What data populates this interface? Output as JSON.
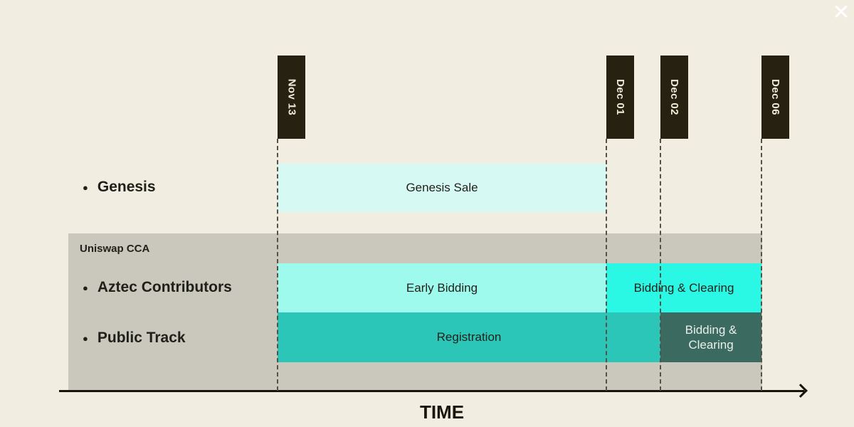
{
  "icons": {
    "close": "✕",
    "bullet": "●"
  },
  "colors": {
    "background": "#f1ede1",
    "date_tag": "#272112",
    "date_tag_text": "#f0ead9",
    "group_panel": "#cac7bd",
    "genesis_sale_bar": "#d7f9f4",
    "early_bidding_bar": "#9efaec",
    "bidding_clearing_bright_bar": "#2bf8e4",
    "registration_bar": "#2cc6b9",
    "bidding_clearing_dark_bar": "#3a6a60",
    "axis": "#17150c",
    "text_dark": "#20201a"
  },
  "timeline": {
    "dates": [
      {
        "label": "Nov 13"
      },
      {
        "label": "Dec 01"
      },
      {
        "label": "Dec 02"
      },
      {
        "label": "Dec 06"
      }
    ],
    "group_label": "Uniswap CCA",
    "axis_label": "TIME",
    "rows": {
      "genesis": {
        "label": "Genesis",
        "bars": [
          "Genesis Sale"
        ]
      },
      "aztec": {
        "label": "Aztec Contributors",
        "bars": [
          "Early Bidding",
          "Bidding & Clearing"
        ]
      },
      "public": {
        "label": "Public Track",
        "bars": [
          "Registration",
          "Bidding & Clearing"
        ]
      }
    }
  },
  "chart_data": {
    "type": "gantt",
    "title": "",
    "xlabel": "TIME",
    "x_ticks": [
      "Nov 13",
      "Dec 01",
      "Dec 02",
      "Dec 06"
    ],
    "legend": false,
    "grid": "dashed-vertical",
    "rows": [
      {
        "label": "Genesis",
        "group": null,
        "segments": [
          {
            "label": "Genesis Sale",
            "start": "Nov 13",
            "end": "Dec 01",
            "color": "#d7f9f4"
          }
        ]
      },
      {
        "label": "Aztec Contributors",
        "group": "Uniswap CCA",
        "segments": [
          {
            "label": "Early Bidding",
            "start": "Nov 13",
            "end": "Dec 01",
            "color": "#9efaec"
          },
          {
            "label": "Bidding & Clearing",
            "start": "Dec 01",
            "end": "Dec 06",
            "color": "#2bf8e4"
          }
        ]
      },
      {
        "label": "Public Track",
        "group": "Uniswap CCA",
        "segments": [
          {
            "label": "Registration",
            "start": "Nov 13",
            "end": "Dec 02",
            "color": "#2cc6b9"
          },
          {
            "label": "Bidding & Clearing",
            "start": "Dec 02",
            "end": "Dec 06",
            "color": "#3a6a60"
          }
        ]
      }
    ]
  }
}
